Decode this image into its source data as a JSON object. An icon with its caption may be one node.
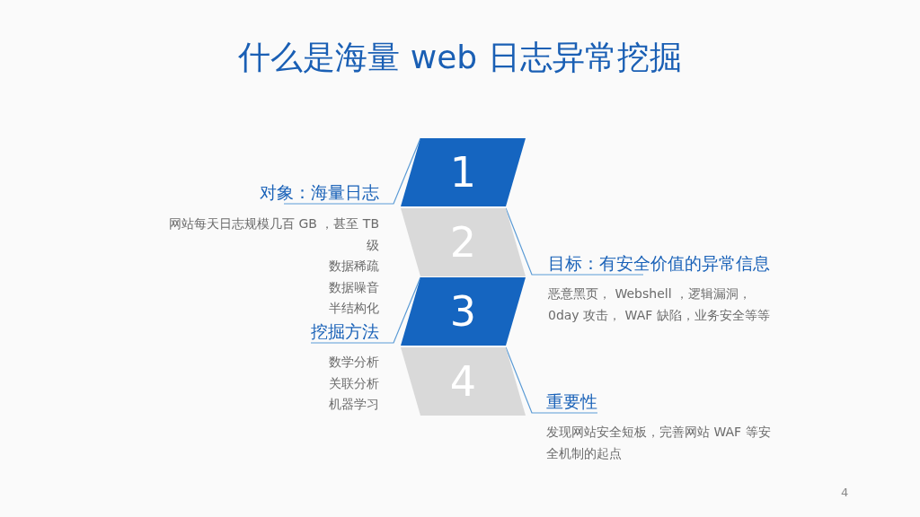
{
  "diagram": {
    "title": "什么是海量 web 日志异常挖掘",
    "nodes": [
      {
        "text": [
          "1"
        ]
      },
      {
        "text": [
          "对象：海量日志"
        ],
        "beside": [
          "网站每天日志规模几百 GB ，甚至 TB 级",
          "数据稀疏",
          "数据噪音",
          "半结构化"
        ]
      },
      {
        "text": [
          "2"
        ]
      },
      {
        "text": [
          "目标：有安全价值的异常信息"
        ],
        "beside": [
          "恶意黑页， Webshell ，逻辑漏洞， 0day 攻击， WAF 缺陷，业务安全等等"
        ]
      },
      {
        "text": [
          "3"
        ]
      },
      {
        "text": [
          "挖掘方法"
        ],
        "beside": [
          "数学分析",
          "关联分析",
          "机器学习"
        ]
      },
      {
        "text": [
          "4"
        ]
      },
      {
        "text": [
          "重要性"
        ],
        "beside": [
          "发现网站安全短板，完善网站 WAF 等安全机制的起点"
        ]
      }
    ],
    "edges": [
      {
        "from": 1,
        "to": 0,
        "arrow": "none"
      },
      {
        "from": 3,
        "to": 2,
        "arrow": "none"
      },
      {
        "from": 5,
        "to": 4,
        "arrow": "none"
      },
      {
        "from": 7,
        "to": 6,
        "arrow": "none"
      }
    ],
    "labels": [
      "4"
    ]
  }
}
